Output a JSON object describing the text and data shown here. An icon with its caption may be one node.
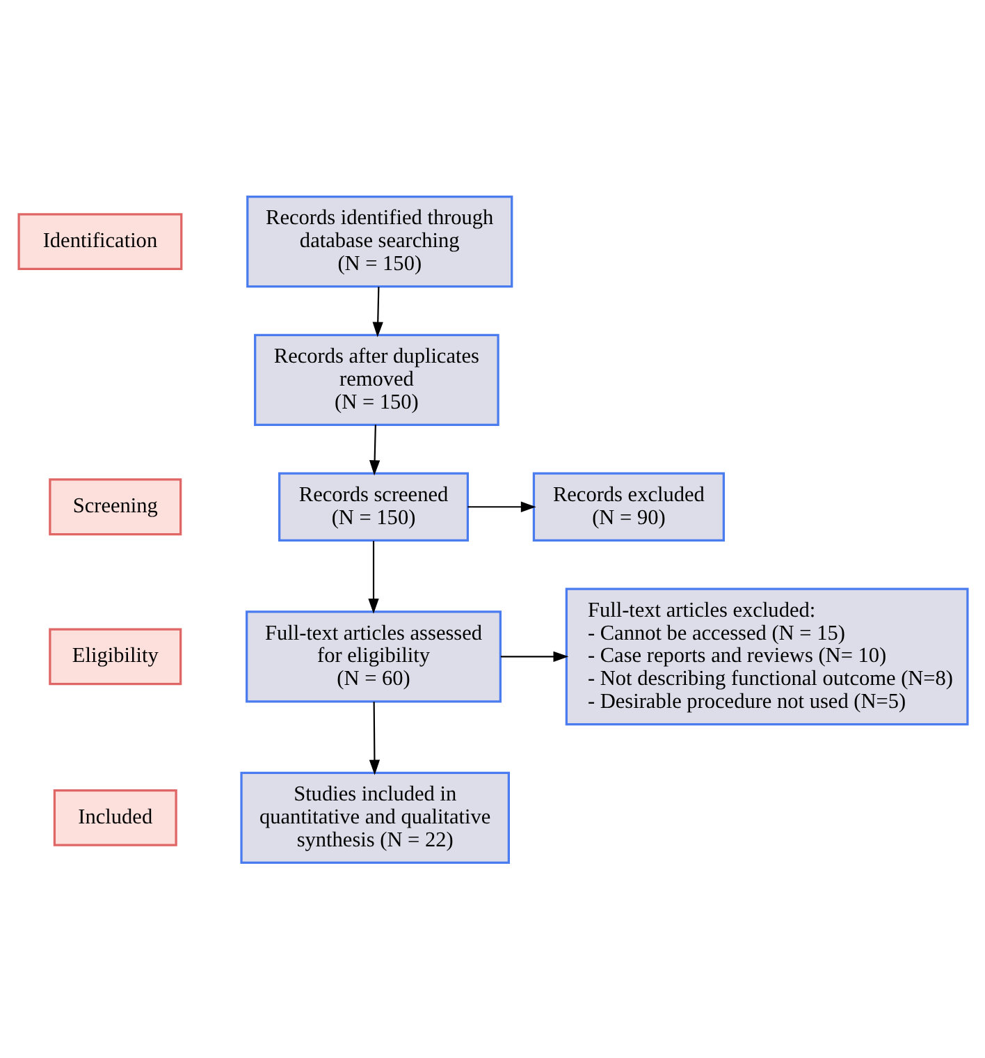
{
  "diagram": {
    "nodes": [
      {
        "text": [
          "Identification"
        ]
      },
      {
        "text": [
          "Screening"
        ]
      },
      {
        "text": [
          "Eligibility"
        ]
      },
      {
        "text": [
          "Included"
        ]
      },
      {
        "text": [
          "Records identified through database searching",
          "(N = 150)"
        ]
      },
      {
        "text": [
          "Records after duplicates removed",
          "(N = 150)"
        ]
      },
      {
        "text": [
          "Records screened",
          "(N = 150)"
        ]
      },
      {
        "text": [
          "Records excluded",
          "(N = 90)"
        ]
      },
      {
        "text": [
          "Full-text articles assessed for eligibility",
          "(N = 60)"
        ]
      },
      {
        "text": [
          "Full-text articles excluded:",
          "- Cannot be accessed (N = 15)",
          "- Case reports and reviews (N= 10)",
          "- Not describing functional outcome (N=8)",
          "- Desirable procedure not used (N=5)"
        ]
      },
      {
        "text": [
          "Studies included in quantitative and qualitative synthesis (N = 22)"
        ]
      }
    ],
    "edges": [
      {
        "from": 4,
        "to": 5,
        "arrow": "to"
      },
      {
        "from": 5,
        "to": 6,
        "arrow": "to"
      },
      {
        "from": 6,
        "to": 7,
        "arrow": "to"
      },
      {
        "from": 6,
        "to": 8,
        "arrow": "to"
      },
      {
        "from": 8,
        "to": 9,
        "arrow": "to"
      },
      {
        "from": 8,
        "to": 10,
        "arrow": "to"
      }
    ]
  }
}
